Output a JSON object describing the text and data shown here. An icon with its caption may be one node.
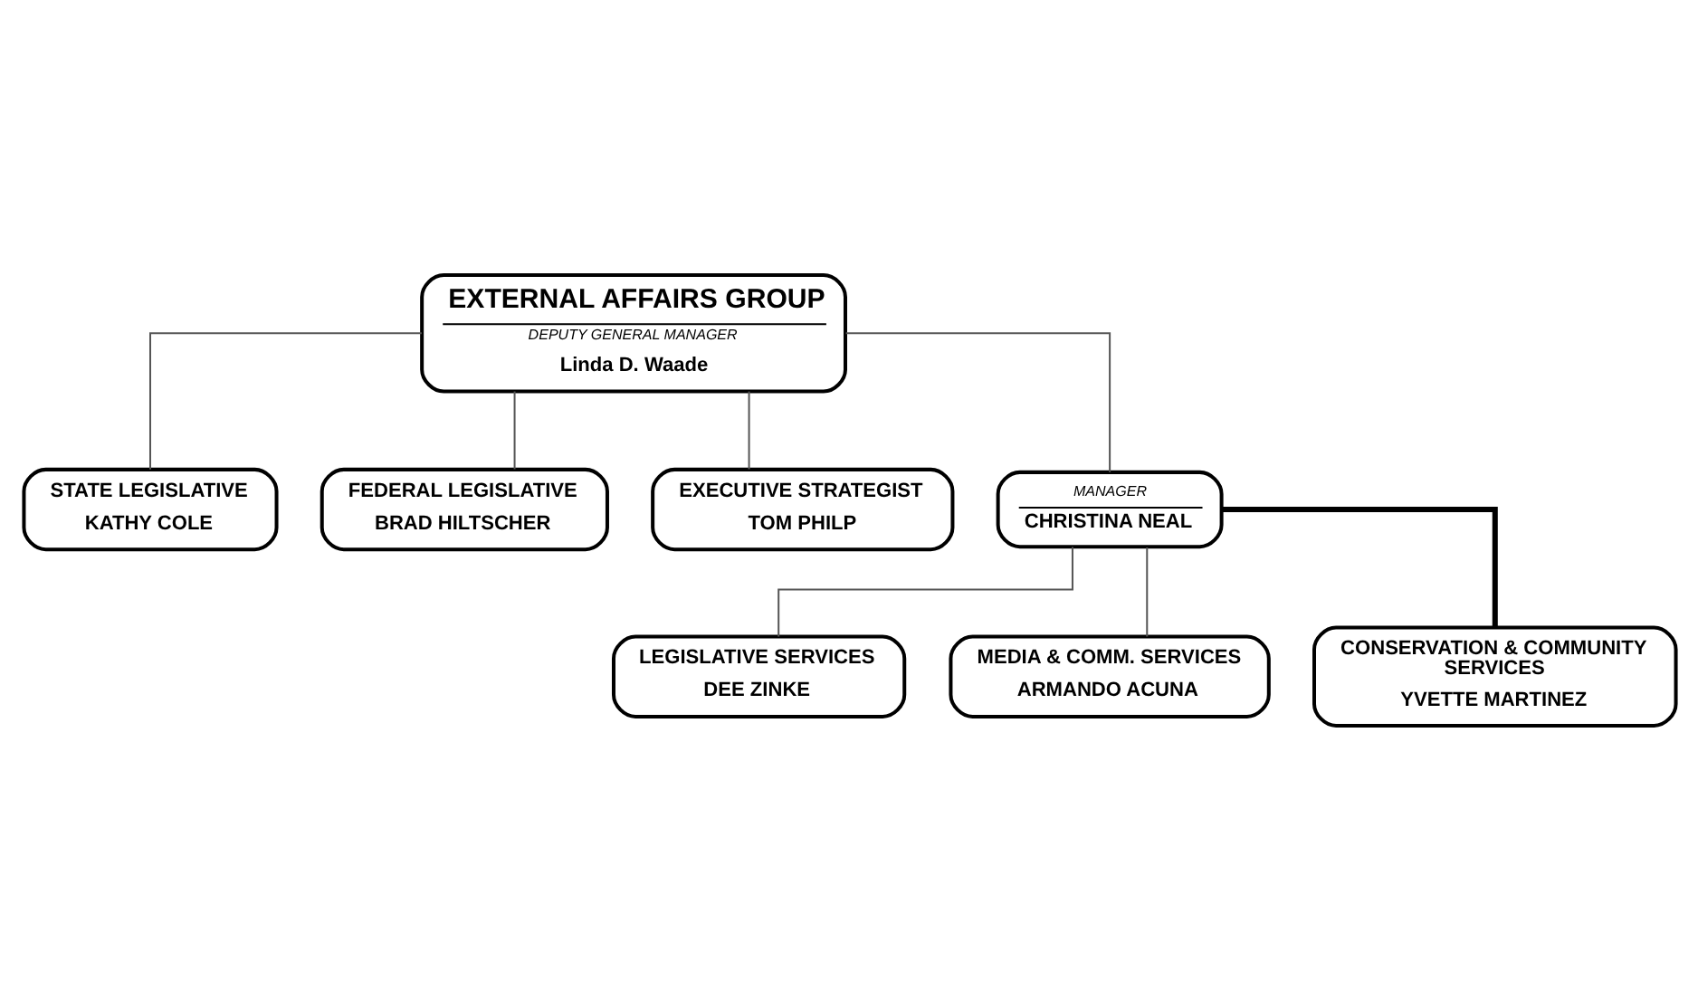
{
  "diagram": {
    "nodes": [
      {
        "text": [
          "EXTERNAL AFFAIRS GROUP",
          "DEPUTY GENERAL MANAGER",
          "Linda D. Waade"
        ]
      },
      {
        "text": [
          "STATE LEGISLATIVE",
          "KATHY COLE"
        ]
      },
      {
        "text": [
          "FEDERAL LEGISLATIVE",
          "BRAD HILTSCHER"
        ]
      },
      {
        "text": [
          "EXECUTIVE STRATEGIST",
          "TOM PHILP"
        ]
      },
      {
        "text": [
          "MANAGER",
          "CHRISTINA NEAL"
        ]
      },
      {
        "text": [
          "LEGISLATIVE SERVICES",
          "DEE ZINKE"
        ]
      },
      {
        "text": [
          "MEDIA & COMM. SERVICES",
          "ARMANDO ACUNA"
        ]
      },
      {
        "text": [
          "CONSERVATION & COMMUNITY SERVICES",
          "YVETTE MARTINEZ"
        ]
      }
    ],
    "edges": [
      {
        "from": 0,
        "to": 1,
        "arrow": "none"
      },
      {
        "from": 0,
        "to": 2,
        "arrow": "none"
      },
      {
        "from": 0,
        "to": 3,
        "arrow": "none"
      },
      {
        "from": 0,
        "to": 4,
        "arrow": "none"
      },
      {
        "from": 4,
        "to": 5,
        "arrow": "none"
      },
      {
        "from": 4,
        "to": 6,
        "arrow": "none"
      },
      {
        "from": 4,
        "to": 7,
        "arrow": "none",
        "style": "thick"
      }
    ]
  }
}
